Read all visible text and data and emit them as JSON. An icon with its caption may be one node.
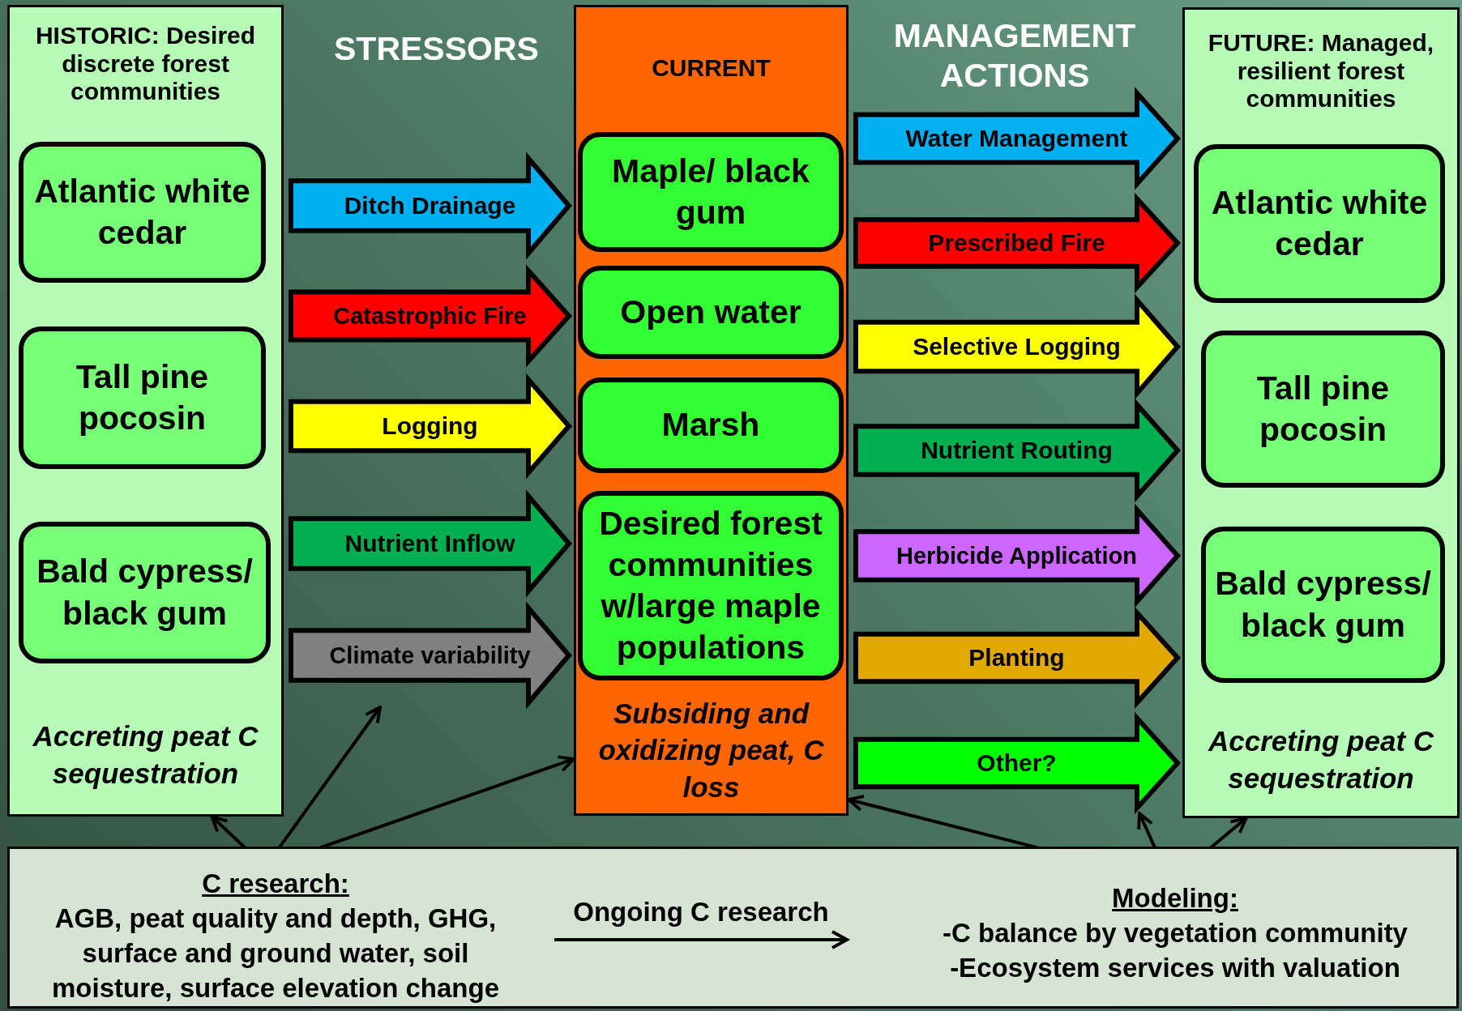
{
  "diagram": {
    "nodes": [
      {
        "text": [
          "HISTORIC: Desired discrete forest communities",
          "Accreting peat C sequestration"
        ]
      },
      {
        "text": [
          "Atlantic white cedar"
        ],
        "in": 0
      },
      {
        "text": [
          "Tall pine pocosin"
        ],
        "in": 0
      },
      {
        "text": [
          "Bald cypress/ black gum"
        ],
        "in": 0
      },
      {
        "text": [
          "CURRENT",
          "Subsiding and oxidizing peat, C loss"
        ]
      },
      {
        "text": [
          "Maple/ black gum"
        ],
        "in": 4
      },
      {
        "text": [
          "Open water"
        ],
        "in": 4
      },
      {
        "text": [
          "Marsh"
        ],
        "in": 4
      },
      {
        "text": [
          "Desired forest communities w/large maple populations"
        ],
        "in": 4
      },
      {
        "text": [
          "FUTURE: Managed, resilient forest communities",
          "Accreting peat C sequestration"
        ]
      },
      {
        "text": [
          "Atlantic white cedar"
        ],
        "in": 9
      },
      {
        "text": [
          "Tall pine pocosin"
        ],
        "in": 9
      },
      {
        "text": [
          "Bald cypress/ black gum"
        ],
        "in": 9
      },
      {
        "text": [],
        "shape": "box"
      },
      {
        "text": [
          "C research:",
          "AGB, peat quality and depth, GHG, surface and ground water, soil moisture, surface elevation change"
        ],
        "in": 13
      },
      {
        "text": [
          "Ongoing C research"
        ],
        "in": 13
      },
      {
        "text": [
          "Modeling:",
          "-C balance by vegetation community",
          "-Ecosystem services with valuation"
        ],
        "in": 13
      }
    ],
    "edges": [
      {
        "from": 0,
        "to": 4,
        "arrow": "to",
        "label": "Ditch Drainage",
        "style": "thick",
        "color": "#00b0f0"
      },
      {
        "from": 0,
        "to": 4,
        "arrow": "to",
        "label": "Catastrophic Fire",
        "style": "thick",
        "color": "#ff0000"
      },
      {
        "from": 0,
        "to": 4,
        "arrow": "to",
        "label": "Logging",
        "style": "thick",
        "color": "#ffff00"
      },
      {
        "from": 0,
        "to": 4,
        "arrow": "to",
        "label": "Nutrient Inflow",
        "style": "thick",
        "color": "#00b050"
      },
      {
        "from": 0,
        "to": 4,
        "arrow": "to",
        "label": "Climate variability",
        "style": "thick",
        "color": "#808080"
      },
      {
        "from": 4,
        "to": 9,
        "arrow": "to",
        "label": "Water Management",
        "style": "thick",
        "color": "#00b0f0"
      },
      {
        "from": 4,
        "to": 9,
        "arrow": "to",
        "label": "Prescribed Fire",
        "style": "thick",
        "color": "#ff0000"
      },
      {
        "from": 4,
        "to": 9,
        "arrow": "to",
        "label": "Selective Logging",
        "style": "thick",
        "color": "#ffff00"
      },
      {
        "from": 4,
        "to": 9,
        "arrow": "to",
        "label": "Nutrient Routing",
        "style": "thick",
        "color": "#00b050"
      },
      {
        "from": 4,
        "to": 9,
        "arrow": "to",
        "label": "Herbicide Application",
        "style": "thick",
        "color": "#cc66ff"
      },
      {
        "from": 4,
        "to": 9,
        "arrow": "to",
        "label": "Planting",
        "style": "thick",
        "color": "#e0a800"
      },
      {
        "from": 4,
        "to": 9,
        "arrow": "to",
        "label": "Other?",
        "style": "thick",
        "color": "#00ff00"
      },
      {
        "from": 14,
        "to": 0,
        "arrow": "to"
      },
      {
        "from": 14,
        "to": null,
        "arrow": "to"
      },
      {
        "from": 14,
        "to": 4,
        "arrow": "to"
      },
      {
        "from": 16,
        "to": 4,
        "arrow": "to"
      },
      {
        "from": 16,
        "to": null,
        "arrow": "to"
      },
      {
        "from": 16,
        "to": 9,
        "arrow": "to"
      }
    ],
    "labels": [
      "STRESSORS",
      "MANAGEMENT ACTIONS"
    ]
  }
}
